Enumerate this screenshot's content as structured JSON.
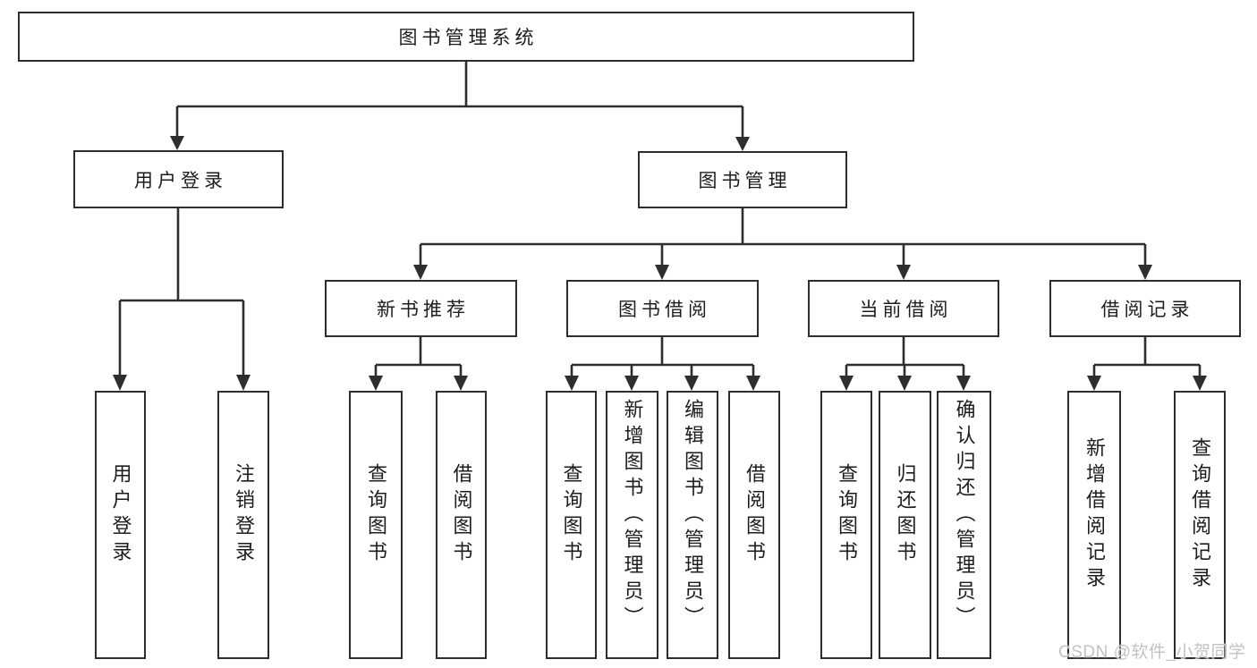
{
  "diagram": {
    "title": "图书管理系统",
    "level2": {
      "user_login": "用户登录",
      "book_mgmt": "图书管理"
    },
    "level3": {
      "new_book_rec": "新书推荐",
      "book_borrow": "图书借阅",
      "current_borrow": "当前借阅",
      "borrow_record": "借阅记录"
    },
    "leaves": {
      "user_login": "用户登录",
      "logout": "注销登录",
      "rec_query_book": "查询图书",
      "rec_borrow_book": "借阅图书",
      "bor_query_book": "查询图书",
      "bor_add_book": "新增图书（管理员）",
      "bor_edit_book": "编辑图书（管理员）",
      "bor_borrow_book": "借阅图书",
      "cur_query_book": "查询图书",
      "cur_return_book": "归还图书",
      "cur_confirm_return": "确认归还（管理员）",
      "rcd_add_record": "新增借阅记录",
      "rcd_query_record": "查询借阅记录"
    }
  },
  "watermark": {
    "text": "CSDN @软件_小贺同学"
  },
  "colors": {
    "line": "#2e2e2e",
    "box_border": "#2d2d2d",
    "text": "#1d1d1d",
    "background": "#ffffff",
    "watermark": "#c6c0c0"
  }
}
